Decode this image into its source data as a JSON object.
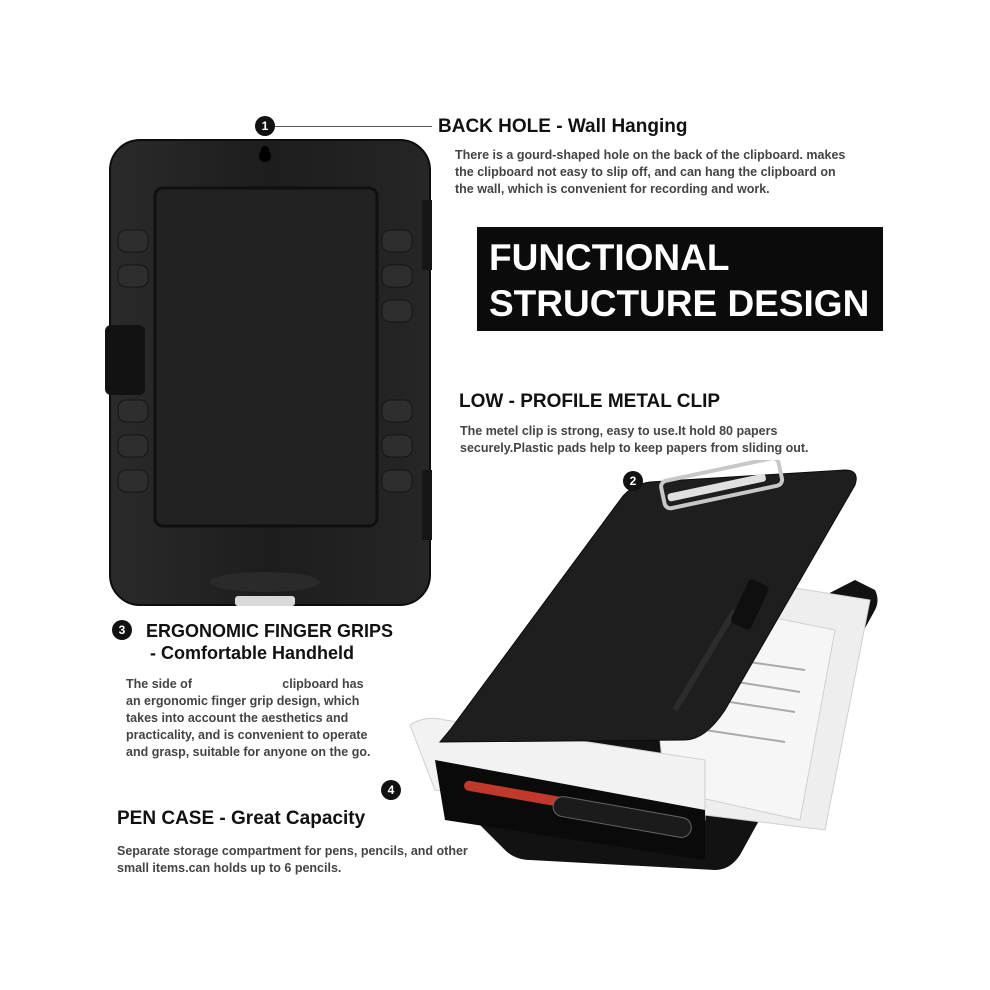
{
  "features": [
    {
      "number": "1",
      "title": "BACK HOLE - Wall Hanging",
      "lines": [
        "There is a gourd-shaped hole on the back of the clipboard. makes",
        "the clipboard not easy to slip off, and can hang the clipboard on",
        "the wall, which is convenient for recording and work."
      ]
    },
    {
      "number": "2",
      "title": "LOW - PROFILE METAL CLIP",
      "lines": [
        "The metel clip is strong, easy to use.It hold 80 papers",
        "securely.Plastic pads help to keep papers from sliding out."
      ]
    },
    {
      "number": "3",
      "title_lines": [
        "ERGONOMIC FINGER GRIPS",
        "- Comfortable Handheld"
      ],
      "lines": [
        "The side of                          clipboard has",
        "an ergonomic finger grip design, which",
        "takes into account the aesthetics and",
        "practicality, and is convenient to operate",
        "and grasp, suitable for anyone on the go."
      ]
    },
    {
      "number": "4",
      "title": "PEN CASE - Great Capacity",
      "lines": [
        "Separate storage compartment for pens, pencils, and other",
        "small items.can holds up to 6 pencils."
      ]
    }
  ],
  "banner": {
    "line1": "FUNCTIONAL",
    "line2": "STRUCTURE DESIGN"
  },
  "colors": {
    "board": "#1c1c1c",
    "banner_bg": "#0b0b0b",
    "badge": "#111111"
  }
}
